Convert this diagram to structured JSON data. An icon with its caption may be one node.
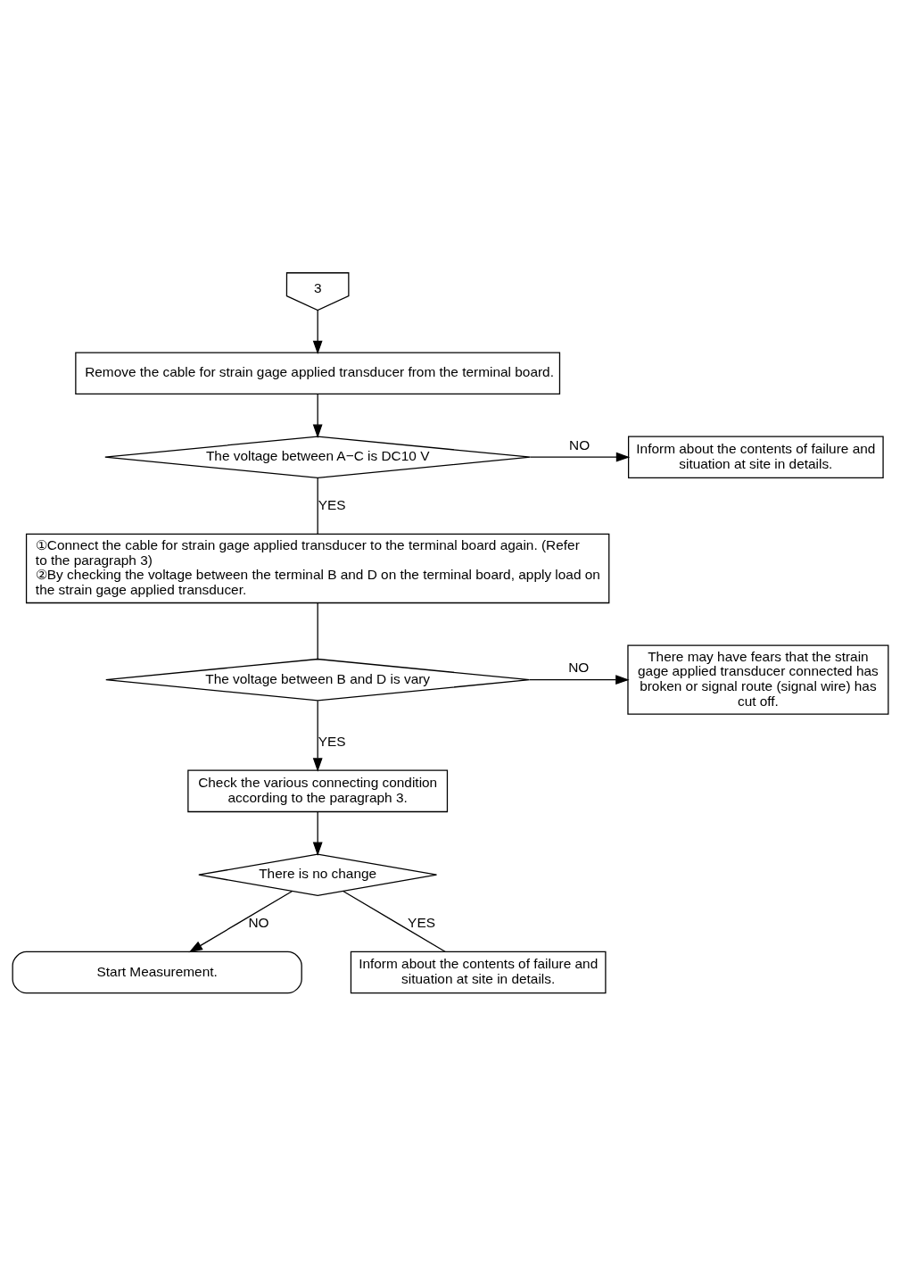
{
  "diagram": {
    "nodes": [
      {
        "text": [
          "3"
        ]
      },
      {
        "text": [
          "Remove the cable for strain gage applied transducer from the terminal board."
        ]
      },
      {
        "text": [
          "The voltage between A−C is DC10 V"
        ]
      },
      {
        "text": [
          "Inform about the contents of failure and situation at site in details."
        ]
      },
      {
        "text": [
          "①Connect the cable for strain gage applied transducer to the terminal board again. (Refer to the paragraph 3)",
          "②By checking the voltage between the terminal B and D on the terminal board, apply load on the strain gage applied transducer."
        ]
      },
      {
        "text": [
          "The voltage between B and D is vary"
        ]
      },
      {
        "text": [
          "There may have fears that the strain gage applied transducer connected has broken or signal route (signal wire) has cut off."
        ]
      },
      {
        "text": [
          "Check the various connecting condition according to the paragraph 3."
        ]
      },
      {
        "text": [
          "There is no change"
        ]
      },
      {
        "text": [
          "Start Measurement."
        ]
      },
      {
        "text": [
          "Inform about the contents of failure and situation at site in details."
        ]
      }
    ],
    "edges": [
      {
        "from": 0,
        "to": 1,
        "arrow": "to"
      },
      {
        "from": 1,
        "to": 2,
        "arrow": "to"
      },
      {
        "from": 2,
        "to": 3,
        "arrow": "to",
        "label": "NO"
      },
      {
        "from": 2,
        "to": 4,
        "arrow": "none",
        "label": "YES"
      },
      {
        "from": 4,
        "to": 5,
        "arrow": "none"
      },
      {
        "from": 5,
        "to": 6,
        "arrow": "to",
        "label": "NO"
      },
      {
        "from": 5,
        "to": 7,
        "arrow": "to",
        "label": "YES"
      },
      {
        "from": 7,
        "to": 8,
        "arrow": "to"
      },
      {
        "from": 8,
        "to": 9,
        "arrow": "to",
        "label": "NO"
      },
      {
        "from": 8,
        "to": 10,
        "arrow": "none",
        "label": "YES"
      }
    ]
  }
}
